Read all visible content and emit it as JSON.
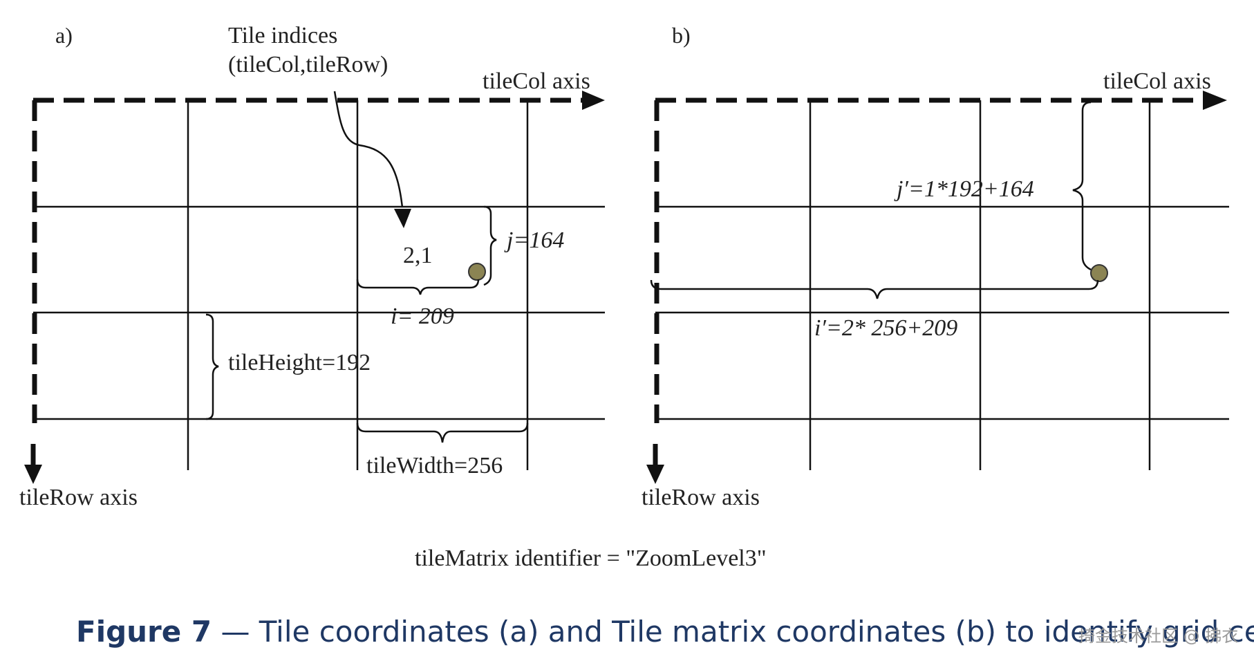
{
  "panel_a": {
    "label": "a)",
    "annotation_title_line1": "Tile indices",
    "annotation_title_line2": "(tileCol,tileRow)",
    "col_axis": "tileCol axis",
    "row_axis": "tileRow axis",
    "tile_label": "2,1",
    "j_label": "j=164",
    "i_label": "i= 209",
    "tile_height_label": "tileHeight=192",
    "tile_width_label": "tileWidth=256"
  },
  "panel_b": {
    "label": "b)",
    "col_axis": "tileCol axis",
    "row_axis": "tileRow axis",
    "j_prime_label": "j′=1*192+164",
    "i_prime_label": "i′=2* 256+209"
  },
  "identifier_line": "tileMatrix identifier = \"ZoomLevel3\"",
  "caption": {
    "prefix": "Figure 7",
    "text": " — Tile coordinates (a) and Tile matrix coordinates (b) to identify grid cells"
  },
  "watermark": "掎金技术社区 @ 拂衣",
  "colors": {
    "line": "#111111",
    "point_fill": "#8b8453",
    "caption": "#1f3864"
  }
}
